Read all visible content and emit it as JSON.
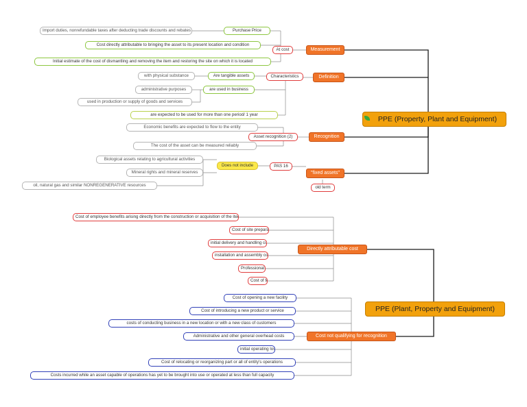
{
  "map1": {
    "root": "PPE (Property, Plant and Equipment)",
    "root_icon": "leaf-icon",
    "measurement": {
      "label": "Measurement",
      "at_cost": "At cost",
      "purchase_price": "Purchase Price",
      "import_duties": "Import duties, nonrefundable taxes after deducting trade discounts and rebates",
      "directly_attributable": "Cost directly attributable to bringing the asset to its present location and condition",
      "dismantling": "Initial estimate of the cost of dismantling and removing the item and restoring the site on which it is located"
    },
    "definition": {
      "label": "Definition",
      "characteristics": "Characteristics",
      "tangible": "Are tangible assets",
      "physical": "with physical substance",
      "used_in_business": "are used in business",
      "admin": "administrative purposes",
      "production": "used in production or supply of goods and services",
      "more_than_one": "are expected to be used for more than one period/ 1 year"
    },
    "recognition": {
      "label": "Recognition",
      "asset_recognition": "Asset recognition (2)",
      "economic": "Economic benefits are expected to flow to the entity",
      "measured": "The cost of the asset can be measured reliably"
    },
    "fixed_assets": {
      "label": "\"fixed assets\"",
      "old_term": "old term",
      "pas16": "PAS 16",
      "does_not_include": "Does not include",
      "biological": "Biological assets relating to agricultural activities",
      "mineral": "Mineral rights and mineral reserves",
      "oil": "oil, natural gas and similar NONREGENERATIVE resources"
    }
  },
  "map2": {
    "root": "PPE (Plant, Property and Equipment)",
    "directly_attributable": {
      "label": "Directly attributable cost",
      "items": [
        "Cost of employee benefits arising directly from the construction or acquisition of the item of PPE",
        "Cost of site preparation",
        "initial delivery and handling costs",
        "installation and assembly cost",
        "Professional Fees",
        "Cost of testing"
      ]
    },
    "not_qualifying": {
      "label": "Cost not qualifying for recognition",
      "items": [
        "Cost of opening a new facility",
        "Cost of introducing a new product or service",
        "costs of conducting business in a new location or with a new class of customers",
        "Administrative and other general overhead costs",
        "initial operating losses",
        "Cost of relocating or reorganizing part or all of entity's operations",
        "Costs incurred while an asset capable of operations has yet to be brought into use or operated at less than full capacity"
      ]
    }
  },
  "colors": {
    "root": "#f2a10c",
    "main_branch": "#f07428",
    "border_red": "#e03c3c",
    "border_blue": "#3040b8",
    "border_green": "#8cc63f",
    "border_gray": "#b4b4b4",
    "yellow": "#fbe84a"
  }
}
